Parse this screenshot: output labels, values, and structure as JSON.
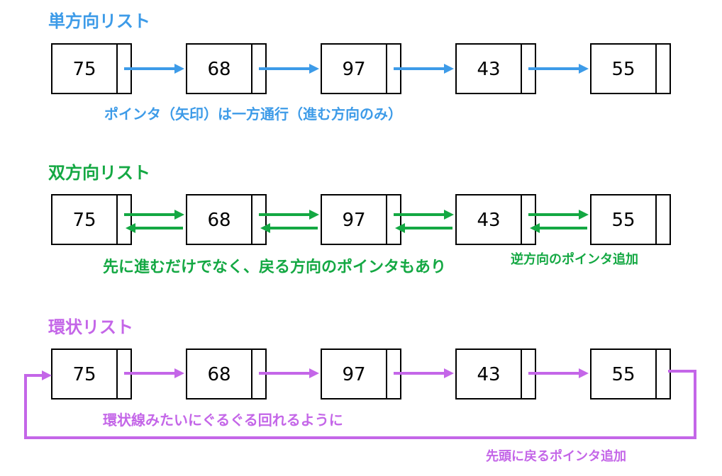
{
  "colors": {
    "singly": "#3d9be8",
    "doubly": "#14a843",
    "circular": "#c466e8",
    "node_border": "#000000"
  },
  "sections": [
    {
      "id": "singly",
      "title": "単方向リスト",
      "values": [
        "75",
        "68",
        "97",
        "43",
        "55"
      ],
      "notes": [
        "ポインタ（矢印）は一方通行（進む方向のみ）"
      ]
    },
    {
      "id": "doubly",
      "title": "双方向リスト",
      "values": [
        "75",
        "68",
        "97",
        "43",
        "55"
      ],
      "notes": [
        "先に進むだけでなく、戻る方向のポインタもあり",
        "逆方向のポインタ追加"
      ]
    },
    {
      "id": "circular",
      "title": "環状リスト",
      "values": [
        "75",
        "68",
        "97",
        "43",
        "55"
      ],
      "notes": [
        "環状線みたいにぐるぐる回れるように",
        "先頭に戻るポインタ追加"
      ]
    }
  ]
}
